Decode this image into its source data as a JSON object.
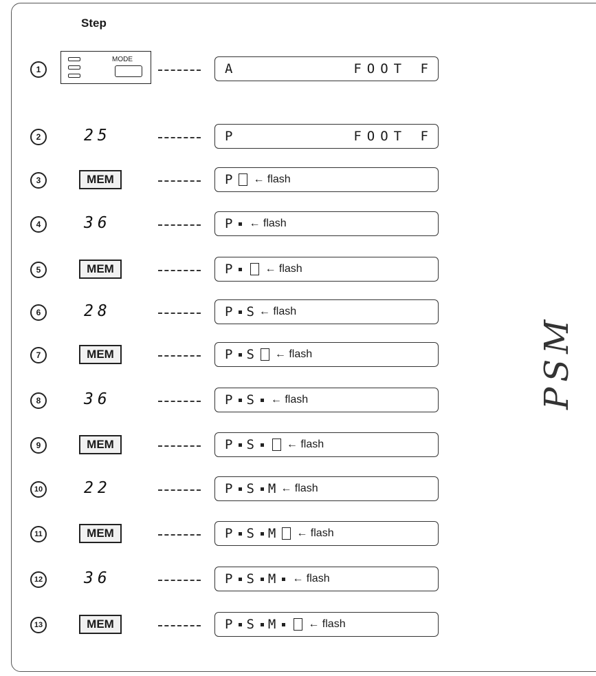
{
  "header": {
    "step_label": "Step"
  },
  "mode_panel": {
    "button_label": "MODE"
  },
  "rows": [
    {
      "num": "1",
      "lcd_left": "A",
      "lcd_right": "FOOT F"
    },
    {
      "num": "2",
      "key": "25",
      "lcd_left": "P",
      "lcd_right": "FOOT F"
    },
    {
      "num": "3",
      "key": "MEM",
      "lcd": "P",
      "flash": "← flash"
    },
    {
      "num": "4",
      "key": "36",
      "lcd": "P",
      "flash": "← flash"
    },
    {
      "num": "5",
      "key": "MEM",
      "lcd": "P",
      "flash": "← flash"
    },
    {
      "num": "6",
      "key": "28",
      "lcd": "P",
      "lcd2": "S",
      "flash": "← flash"
    },
    {
      "num": "7",
      "key": "MEM",
      "lcd": "P",
      "lcd2": "S",
      "flash": "← flash"
    },
    {
      "num": "8",
      "key": "36",
      "lcd": "P",
      "lcd2": "S",
      "flash": "← flash"
    },
    {
      "num": "9",
      "key": "MEM",
      "lcd": "P",
      "lcd2": "S",
      "flash": "← flash"
    },
    {
      "num": "10",
      "key": "22",
      "lcd": "P",
      "lcd2": "S",
      "lcd3": "M",
      "flash": "← flash"
    },
    {
      "num": "11",
      "key": "MEM",
      "lcd": "P",
      "lcd2": "S",
      "lcd3": "M",
      "flash": "← flash"
    },
    {
      "num": "12",
      "key": "36",
      "lcd": "P",
      "lcd2": "S",
      "lcd3": "M",
      "flash": "← flash"
    },
    {
      "num": "13",
      "key": "MEM",
      "lcd": "P",
      "lcd2": "S",
      "lcd3": "M",
      "flash": "← flash"
    }
  ],
  "decoration": {
    "text": "PSM"
  }
}
